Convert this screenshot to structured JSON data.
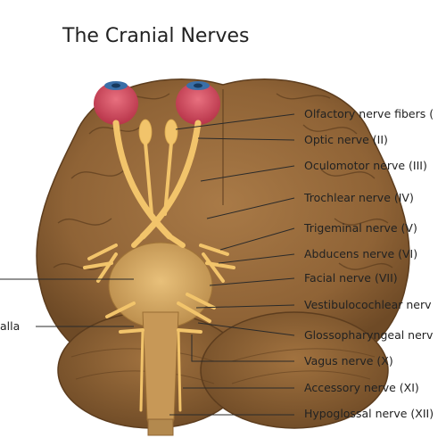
{
  "title": "The Cranial Nerves",
  "labels_right": [
    "Olfactory nerve fibers (",
    "Optic nerve (II)",
    "Oculomotor nerve (III)",
    "Trochlear nerve (IV)",
    "Trigeminal nerve (V)",
    "Abducens nerve (VI)",
    "Facial nerve (VII)",
    "Vestibulocochlear nerv",
    "Glossopharyngeal nerv",
    "Vagus nerve (X)",
    "Accessory nerve (XI)",
    "Hypoglossal nerve (XII)"
  ],
  "labels_left": [
    "alla"
  ],
  "colors": {
    "brain": "#8f6336",
    "brain_dark": "#6e4a26",
    "brain_light": "#a97a47",
    "nerve": "#f2c46b",
    "eye": "#d2475a",
    "iris": "#3a6fa8",
    "leader": "#2a2a2a"
  }
}
